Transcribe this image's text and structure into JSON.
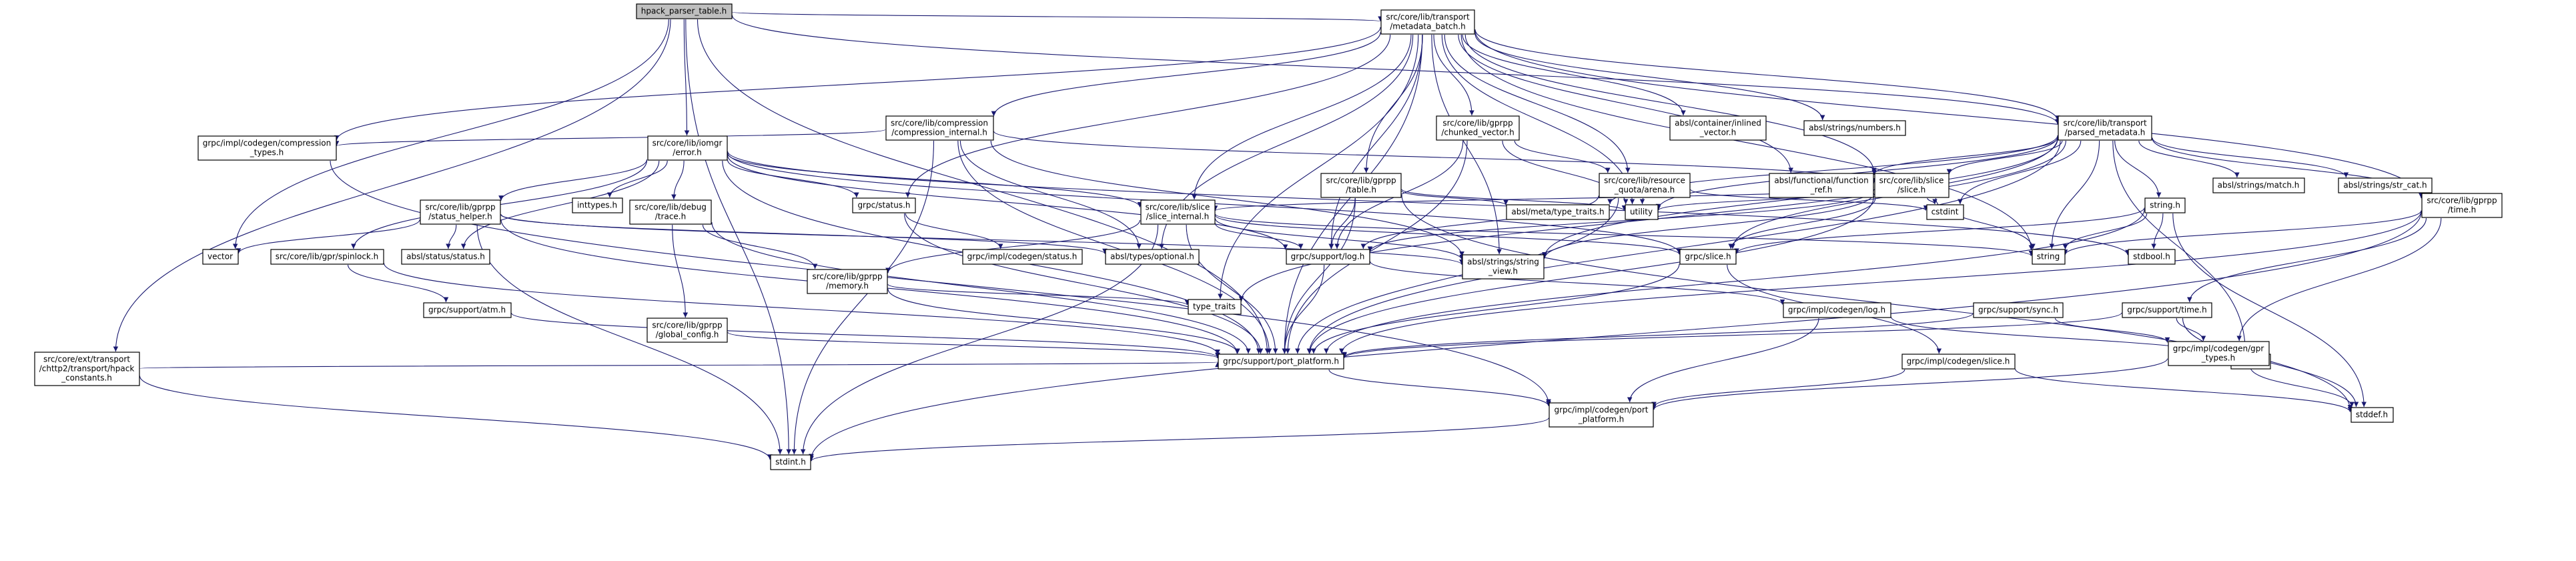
{
  "graph": {
    "nodes": [
      {
        "id": "hpack_parser_table_h",
        "lines": [
          "hpack_parser_table.h"
        ],
        "border": "black",
        "fill": "#bfbfbf"
      },
      {
        "id": "metadata_batch_h",
        "lines": [
          "src/core/lib/transport",
          "/metadata_batch.h"
        ],
        "border": "black",
        "fill": "#ffffff"
      },
      {
        "id": "ext_hpack_constants_h",
        "lines": [
          "src/core/ext/transport",
          "/chttp2/transport/hpack",
          "_constants.h"
        ],
        "border": "black",
        "fill": "#ffffff"
      },
      {
        "id": "vector",
        "lines": [
          "vector"
        ],
        "border": "#bfbfbf",
        "fill": "#ffffff"
      },
      {
        "id": "compression_types_h",
        "lines": [
          "grpc/impl/codegen/compression",
          "_types.h"
        ],
        "border": "black",
        "fill": "#ffffff"
      },
      {
        "id": "iomgr_error_h",
        "lines": [
          "src/core/lib/iomgr",
          "/error.h"
        ],
        "border": "black",
        "fill": "#ffffff"
      },
      {
        "id": "compression_internal_h",
        "lines": [
          "src/core/lib/compression",
          "/compression_internal.h"
        ],
        "border": "red",
        "fill": "#ffffff"
      },
      {
        "id": "chunked_vector_h",
        "lines": [
          "src/core/lib/gprpp",
          "/chunked_vector.h"
        ],
        "border": "red",
        "fill": "#ffffff"
      },
      {
        "id": "absl_inlined_vector_h",
        "lines": [
          "absl/container/inlined",
          "_vector.h"
        ],
        "border": "#bfbfbf",
        "fill": "#ffffff"
      },
      {
        "id": "absl_numbers_h",
        "lines": [
          "absl/strings/numbers.h"
        ],
        "border": "#bfbfbf",
        "fill": "#ffffff"
      },
      {
        "id": "parsed_metadata_h",
        "lines": [
          "src/core/lib/transport",
          "/parsed_metadata.h"
        ],
        "border": "black",
        "fill": "#ffffff"
      },
      {
        "id": "gprpp_time_h",
        "lines": [
          "src/core/lib/gprpp",
          "/time.h"
        ],
        "border": "red",
        "fill": "#ffffff"
      },
      {
        "id": "status_helper_h",
        "lines": [
          "src/core/lib/gprpp",
          "/status_helper.h"
        ],
        "border": "red",
        "fill": "#ffffff"
      },
      {
        "id": "inttypes_h",
        "lines": [
          "inttypes.h"
        ],
        "border": "#bfbfbf",
        "fill": "#ffffff"
      },
      {
        "id": "debug_trace_h",
        "lines": [
          "src/core/lib/debug",
          "/trace.h"
        ],
        "border": "black",
        "fill": "#ffffff"
      },
      {
        "id": "grpc_status_h",
        "lines": [
          "grpc/status.h"
        ],
        "border": "black",
        "fill": "#ffffff"
      },
      {
        "id": "gprpp_table_h",
        "lines": [
          "src/core/lib/gprpp",
          "/table.h"
        ],
        "border": "red",
        "fill": "#ffffff"
      },
      {
        "id": "resource_arena_h",
        "lines": [
          "src/core/lib/resource",
          "_quota/arena.h"
        ],
        "border": "red",
        "fill": "#ffffff"
      },
      {
        "id": "slice_slice_h",
        "lines": [
          "src/core/lib/slice",
          "/slice.h"
        ],
        "border": "red",
        "fill": "#ffffff"
      },
      {
        "id": "function_ref_h",
        "lines": [
          "absl/functional/function",
          "_ref.h"
        ],
        "border": "#bfbfbf",
        "fill": "#ffffff"
      },
      {
        "id": "absl_match_h",
        "lines": [
          "absl/strings/match.h"
        ],
        "border": "#bfbfbf",
        "fill": "#ffffff"
      },
      {
        "id": "absl_str_cat_h",
        "lines": [
          "absl/strings/str_cat.h"
        ],
        "border": "#bfbfbf",
        "fill": "#ffffff"
      },
      {
        "id": "slice_internal_h",
        "lines": [
          "src/core/lib/slice",
          "/slice_internal.h"
        ],
        "border": "red",
        "fill": "#ffffff"
      },
      {
        "id": "absl_type_traits_h",
        "lines": [
          "absl/meta/type_traits.h"
        ],
        "border": "#bfbfbf",
        "fill": "#ffffff"
      },
      {
        "id": "utility",
        "lines": [
          "utility"
        ],
        "border": "#bfbfbf",
        "fill": "#ffffff"
      },
      {
        "id": "cstdint",
        "lines": [
          "cstdint"
        ],
        "border": "#bfbfbf",
        "fill": "#ffffff"
      },
      {
        "id": "string_h",
        "lines": [
          "string.h"
        ],
        "border": "black",
        "fill": "#ffffff"
      },
      {
        "id": "gpr_spinlock_h",
        "lines": [
          "src/core/lib/gpr/spinlock.h"
        ],
        "border": "black",
        "fill": "#ffffff"
      },
      {
        "id": "absl_status_h",
        "lines": [
          "absl/status/status.h"
        ],
        "border": "#bfbfbf",
        "fill": "#ffffff"
      },
      {
        "id": "gprpp_memory_h",
        "lines": [
          "src/core/lib/gprpp",
          "/memory.h"
        ],
        "border": "red",
        "fill": "#ffffff"
      },
      {
        "id": "codegen_status_h",
        "lines": [
          "grpc/impl/codegen/status.h"
        ],
        "border": "black",
        "fill": "#ffffff"
      },
      {
        "id": "absl_optional_h",
        "lines": [
          "absl/types/optional.h"
        ],
        "border": "#bfbfbf",
        "fill": "#ffffff"
      },
      {
        "id": "grpc_support_log_h",
        "lines": [
          "grpc/support/log.h"
        ],
        "border": "black",
        "fill": "#ffffff"
      },
      {
        "id": "absl_string_view_h",
        "lines": [
          "absl/strings/string",
          "_view.h"
        ],
        "border": "black",
        "fill": "#ffffff"
      },
      {
        "id": "grpc_slice_h",
        "lines": [
          "grpc/slice.h"
        ],
        "border": "black",
        "fill": "#ffffff"
      },
      {
        "id": "string",
        "lines": [
          "string"
        ],
        "border": "#bfbfbf",
        "fill": "#ffffff"
      },
      {
        "id": "stdbool_h",
        "lines": [
          "stdbool.h"
        ],
        "border": "#bfbfbf",
        "fill": "#ffffff"
      },
      {
        "id": "type_traits",
        "lines": [
          "type_traits"
        ],
        "border": "#bfbfbf",
        "fill": "#ffffff"
      },
      {
        "id": "support_atm_h",
        "lines": [
          "grpc/support/atm.h"
        ],
        "border": "red",
        "fill": "#ffffff"
      },
      {
        "id": "global_config_h",
        "lines": [
          "src/core/lib/gprpp",
          "/global_config.h"
        ],
        "border": "red",
        "fill": "#ffffff"
      },
      {
        "id": "codegen_log_h",
        "lines": [
          "grpc/impl/codegen/log.h"
        ],
        "border": "red",
        "fill": "#ffffff"
      },
      {
        "id": "support_sync_h",
        "lines": [
          "grpc/support/sync.h"
        ],
        "border": "red",
        "fill": "#ffffff"
      },
      {
        "id": "support_time_h",
        "lines": [
          "grpc/support/time.h"
        ],
        "border": "black",
        "fill": "#ffffff"
      },
      {
        "id": "port_platform_h",
        "lines": [
          "grpc/support/port_platform.h"
        ],
        "border": "black",
        "fill": "#ffffff"
      },
      {
        "id": "stdlib_h",
        "lines": [
          "stdlib.h"
        ],
        "border": "#bfbfbf",
        "fill": "#ffffff"
      },
      {
        "id": "gpr_types_h",
        "lines": [
          "grpc/impl/codegen/gpr",
          "_types.h"
        ],
        "border": "black",
        "fill": "#ffffff"
      },
      {
        "id": "codegen_slice_h",
        "lines": [
          "grpc/impl/codegen/slice.h"
        ],
        "border": "red",
        "fill": "#ffffff"
      },
      {
        "id": "codegen_port_platform_h",
        "lines": [
          "grpc/impl/codegen/port",
          "_platform.h"
        ],
        "border": "black",
        "fill": "#ffffff"
      },
      {
        "id": "stddef_h",
        "lines": [
          "stddef.h"
        ],
        "border": "#bfbfbf",
        "fill": "#ffffff"
      },
      {
        "id": "stdint_h",
        "lines": [
          "stdint.h"
        ],
        "border": "#bfbfbf",
        "fill": "#ffffff"
      }
    ],
    "edges": [
      [
        "hpack_parser_table_h",
        "metadata_batch_h"
      ],
      [
        "hpack_parser_table_h",
        "ext_hpack_constants_h"
      ],
      [
        "hpack_parser_table_h",
        "vector"
      ],
      [
        "hpack_parser_table_h",
        "iomgr_error_h"
      ],
      [
        "hpack_parser_table_h",
        "parsed_metadata_h"
      ],
      [
        "hpack_parser_table_h",
        "port_platform_h"
      ],
      [
        "hpack_parser_table_h",
        "stdint_h"
      ],
      [
        "metadata_batch_h",
        "compression_types_h"
      ],
      [
        "metadata_batch_h",
        "compression_internal_h"
      ],
      [
        "metadata_batch_h",
        "chunked_vector_h"
      ],
      [
        "metadata_batch_h",
        "absl_inlined_vector_h"
      ],
      [
        "metadata_batch_h",
        "absl_numbers_h"
      ],
      [
        "metadata_batch_h",
        "parsed_metadata_h"
      ],
      [
        "metadata_batch_h",
        "gprpp_time_h"
      ],
      [
        "metadata_batch_h",
        "gprpp_table_h"
      ],
      [
        "metadata_batch_h",
        "grpc_status_h"
      ],
      [
        "metadata_batch_h",
        "slice_slice_h"
      ],
      [
        "metadata_batch_h",
        "resource_arena_h"
      ],
      [
        "metadata_batch_h",
        "function_ref_h"
      ],
      [
        "metadata_batch_h",
        "utility"
      ],
      [
        "metadata_batch_h",
        "string"
      ],
      [
        "metadata_batch_h",
        "absl_string_view_h"
      ],
      [
        "metadata_batch_h",
        "grpc_support_log_h"
      ],
      [
        "metadata_batch_h",
        "slice_internal_h"
      ],
      [
        "metadata_batch_h",
        "absl_optional_h"
      ],
      [
        "metadata_batch_h",
        "type_traits"
      ],
      [
        "metadata_batch_h",
        "port_platform_h"
      ],
      [
        "ext_hpack_constants_h",
        "port_platform_h"
      ],
      [
        "ext_hpack_constants_h",
        "stdint_h"
      ],
      [
        "compression_types_h",
        "codegen_port_platform_h"
      ],
      [
        "compression_internal_h",
        "compression_types_h"
      ],
      [
        "compression_internal_h",
        "slice_slice_h"
      ],
      [
        "compression_internal_h",
        "absl_optional_h"
      ],
      [
        "compression_internal_h",
        "absl_string_view_h"
      ],
      [
        "compression_internal_h",
        "port_platform_h"
      ],
      [
        "compression_internal_h",
        "stdint_h"
      ],
      [
        "chunked_vector_h",
        "resource_arena_h"
      ],
      [
        "chunked_vector_h",
        "utility"
      ],
      [
        "chunked_vector_h",
        "grpc_support_log_h"
      ],
      [
        "chunked_vector_h",
        "port_platform_h"
      ],
      [
        "parsed_metadata_h",
        "absl_match_h"
      ],
      [
        "parsed_metadata_h",
        "absl_str_cat_h"
      ],
      [
        "parsed_metadata_h",
        "function_ref_h"
      ],
      [
        "parsed_metadata_h",
        "absl_type_traits_h"
      ],
      [
        "parsed_metadata_h",
        "slice_slice_h"
      ],
      [
        "parsed_metadata_h",
        "utility"
      ],
      [
        "parsed_metadata_h",
        "cstdint"
      ],
      [
        "parsed_metadata_h",
        "string_h"
      ],
      [
        "parsed_metadata_h",
        "string"
      ],
      [
        "parsed_metadata_h",
        "grpc_slice_h"
      ],
      [
        "parsed_metadata_h",
        "absl_string_view_h"
      ],
      [
        "parsed_metadata_h",
        "type_traits"
      ],
      [
        "parsed_metadata_h",
        "stdlib_h"
      ],
      [
        "parsed_metadata_h",
        "port_platform_h"
      ],
      [
        "parsed_metadata_h",
        "gprpp_time_h"
      ],
      [
        "gprpp_time_h",
        "support_time_h"
      ],
      [
        "gprpp_time_h",
        "gpr_types_h"
      ],
      [
        "gprpp_time_h",
        "string"
      ],
      [
        "gprpp_time_h",
        "port_platform_h"
      ],
      [
        "gprpp_time_h",
        "stdint_h"
      ],
      [
        "iomgr_error_h",
        "status_helper_h"
      ],
      [
        "iomgr_error_h",
        "inttypes_h"
      ],
      [
        "iomgr_error_h",
        "debug_trace_h"
      ],
      [
        "iomgr_error_h",
        "grpc_status_h"
      ],
      [
        "iomgr_error_h",
        "slice_internal_h"
      ],
      [
        "iomgr_error_h",
        "gpr_spinlock_h"
      ],
      [
        "iomgr_error_h",
        "absl_status_h"
      ],
      [
        "iomgr_error_h",
        "grpc_slice_h"
      ],
      [
        "iomgr_error_h",
        "grpc_support_log_h"
      ],
      [
        "iomgr_error_h",
        "stdbool_h"
      ],
      [
        "iomgr_error_h",
        "port_platform_h"
      ],
      [
        "status_helper_h",
        "vector"
      ],
      [
        "status_helper_h",
        "absl_status_h"
      ],
      [
        "status_helper_h",
        "absl_optional_h"
      ],
      [
        "status_helper_h",
        "absl_string_view_h"
      ],
      [
        "status_helper_h",
        "port_platform_h"
      ],
      [
        "status_helper_h",
        "stdint_h"
      ],
      [
        "debug_trace_h",
        "gprpp_memory_h"
      ],
      [
        "debug_trace_h",
        "global_config_h"
      ],
      [
        "debug_trace_h",
        "port_platform_h"
      ],
      [
        "grpc_status_h",
        "codegen_status_h"
      ],
      [
        "grpc_status_h",
        "port_platform_h"
      ],
      [
        "gprpp_table_h",
        "absl_type_traits_h"
      ],
      [
        "gprpp_table_h",
        "utility"
      ],
      [
        "gprpp_table_h",
        "port_platform_h"
      ],
      [
        "gprpp_table_h",
        "stddef_h"
      ],
      [
        "gprpp_table_h",
        "grpc_support_log_h"
      ],
      [
        "resource_arena_h",
        "utility"
      ],
      [
        "resource_arena_h",
        "grpc_support_log_h"
      ],
      [
        "resource_arena_h",
        "port_platform_h"
      ],
      [
        "resource_arena_h",
        "cstdint"
      ],
      [
        "slice_slice_h",
        "slice_internal_h"
      ],
      [
        "slice_slice_h",
        "utility"
      ],
      [
        "slice_slice_h",
        "cstdint"
      ],
      [
        "slice_slice_h",
        "string"
      ],
      [
        "slice_slice_h",
        "grpc_slice_h"
      ],
      [
        "slice_slice_h",
        "grpc_support_log_h"
      ],
      [
        "slice_slice_h",
        "absl_string_view_h"
      ],
      [
        "slice_slice_h",
        "port_platform_h"
      ],
      [
        "slice_internal_h",
        "gprpp_memory_h"
      ],
      [
        "slice_internal_h",
        "grpc_slice_h"
      ],
      [
        "slice_internal_h",
        "string"
      ],
      [
        "slice_internal_h",
        "absl_string_view_h"
      ],
      [
        "slice_internal_h",
        "grpc_support_log_h"
      ],
      [
        "slice_internal_h",
        "port_platform_h"
      ],
      [
        "slice_internal_h",
        "stdint_h"
      ],
      [
        "string_h",
        "string"
      ],
      [
        "string_h",
        "stdbool_h"
      ],
      [
        "string_h",
        "grpc_slice_h"
      ],
      [
        "string_h",
        "stddef_h"
      ],
      [
        "string_h",
        "port_platform_h"
      ],
      [
        "gpr_spinlock_h",
        "support_atm_h"
      ],
      [
        "gpr_spinlock_h",
        "port_platform_h"
      ],
      [
        "gprpp_memory_h",
        "type_traits"
      ],
      [
        "gprpp_memory_h",
        "port_platform_h"
      ],
      [
        "grpc_support_log_h",
        "codegen_log_h"
      ],
      [
        "grpc_support_log_h",
        "port_platform_h"
      ],
      [
        "grpc_slice_h",
        "codegen_slice_h"
      ],
      [
        "grpc_slice_h",
        "port_platform_h"
      ],
      [
        "support_atm_h",
        "port_platform_h"
      ],
      [
        "global_config_h",
        "port_platform_h"
      ],
      [
        "codegen_log_h",
        "stdlib_h"
      ],
      [
        "codegen_log_h",
        "codegen_port_platform_h"
      ],
      [
        "support_sync_h",
        "gpr_types_h"
      ],
      [
        "support_sync_h",
        "port_platform_h"
      ],
      [
        "support_time_h",
        "gpr_types_h"
      ],
      [
        "support_time_h",
        "stddef_h"
      ],
      [
        "support_time_h",
        "port_platform_h"
      ],
      [
        "gpr_types_h",
        "stddef_h"
      ],
      [
        "gpr_types_h",
        "codegen_port_platform_h"
      ],
      [
        "codegen_slice_h",
        "stddef_h"
      ],
      [
        "codegen_slice_h",
        "codegen_port_platform_h"
      ],
      [
        "port_platform_h",
        "codegen_port_platform_h"
      ],
      [
        "codegen_port_platform_h",
        "stdint_h"
      ]
    ]
  }
}
